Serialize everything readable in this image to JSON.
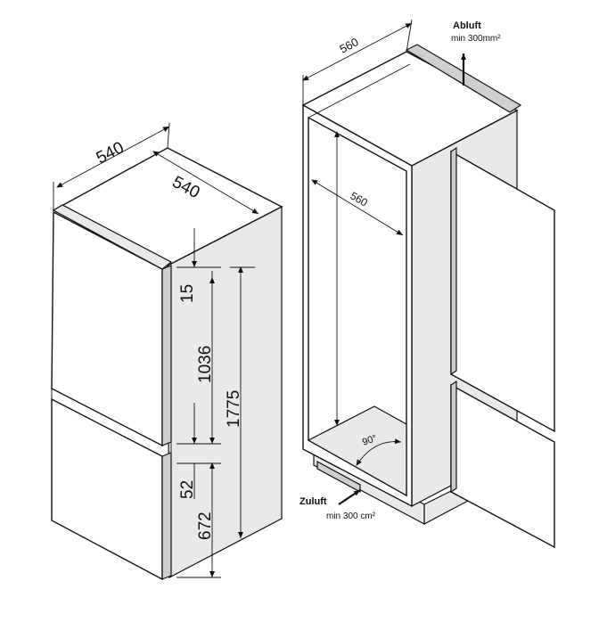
{
  "left_unit": {
    "width_top": "540",
    "depth_top": "540",
    "gap_top": "15",
    "upper_height": "1036",
    "total_height": "1775",
    "gap_middle": "52",
    "lower_height": "672"
  },
  "right_unit": {
    "niche_width": "560",
    "niche_depth": "560",
    "door_angle": "90°",
    "exhaust_label": "Abluft",
    "exhaust_value": "min 300mm²",
    "intake_label": "Zuluft",
    "intake_value": "min 300 cm²"
  }
}
